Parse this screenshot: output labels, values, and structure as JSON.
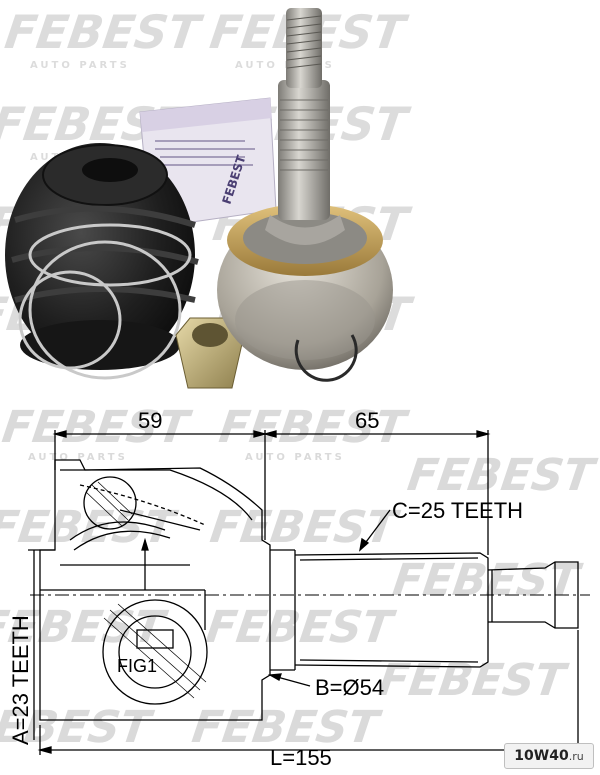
{
  "watermark": {
    "brand": "FEBEST",
    "tagline": "AUTO PARTS"
  },
  "photo": {
    "packet_label": "FEBEST"
  },
  "dimensions": {
    "length_left": "59",
    "length_right": "65",
    "outer_spline": "C=25 TEETH",
    "diameter": "B=Ø54",
    "inner_spline": "A=23 TEETH",
    "total_length": "L=155",
    "figure_label": "FIG1"
  },
  "site_badge": {
    "main": "10W40",
    "suffix": ".ru"
  },
  "colors": {
    "line": "#000000",
    "watermark": "#cfcfcf",
    "boot": "#1c1c1c",
    "metal": "#b9b6ae",
    "bronze": "#c8a25a"
  }
}
